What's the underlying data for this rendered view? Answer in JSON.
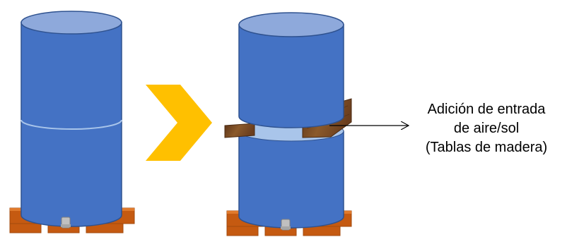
{
  "annotation": {
    "lines": [
      "Adición de entrada",
      "de aire/sol",
      "(Tablas de madera)"
    ]
  },
  "colors": {
    "barrel": "#4472C4",
    "barrel_top": "#8EA9DB",
    "barrel_seam": "#A9C5EA",
    "pallet": "#C55A11",
    "pallet_top": "#E07A2C",
    "chevron": "#FFC000",
    "wood_planks": "#7B4A2A",
    "tap": "#BFBFBF"
  },
  "icons": [
    "barrel-original",
    "arrow-chevron",
    "barrel-modified",
    "wood-spacer-planks",
    "pallet",
    "drain-tap"
  ]
}
